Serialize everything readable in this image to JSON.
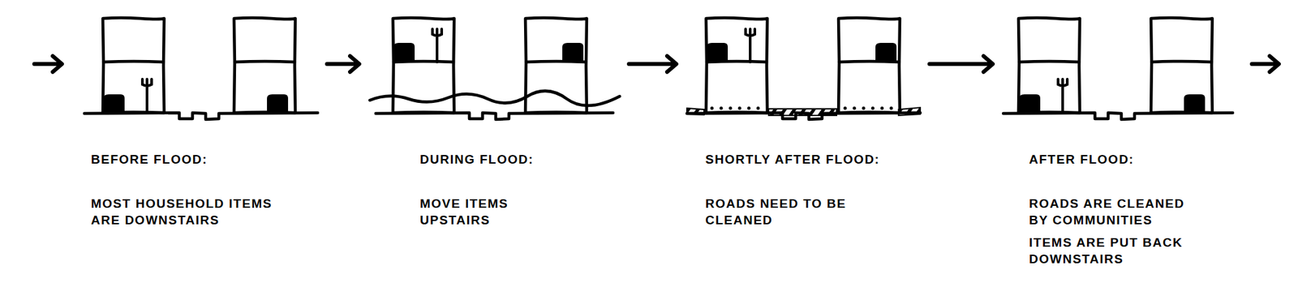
{
  "diagram": {
    "nodes": [
      {
        "text": [
          "BEFORE FLOOD:",
          "MOST HOUSEHOLD ITEMS ARE DOWNSTAIRS"
        ]
      },
      {
        "text": [
          "DURING FLOOD:",
          "MOVE ITEMS UPSTAIRS"
        ]
      },
      {
        "text": [
          "SHORTLY AFTER FLOOD:",
          "ROADS NEED TO BE CLEANED"
        ]
      },
      {
        "text": [
          "AFTER FLOOD:",
          "ROADS ARE CLEANED BY COMMUNITIES",
          "ITEMS ARE PUT BACK DOWNSTAIRS"
        ]
      }
    ],
    "edges": [
      {
        "from": 0,
        "to": 1,
        "arrow": "to"
      },
      {
        "from": 1,
        "to": 2,
        "arrow": "to"
      },
      {
        "from": 2,
        "to": 3,
        "arrow": "to"
      }
    ]
  }
}
